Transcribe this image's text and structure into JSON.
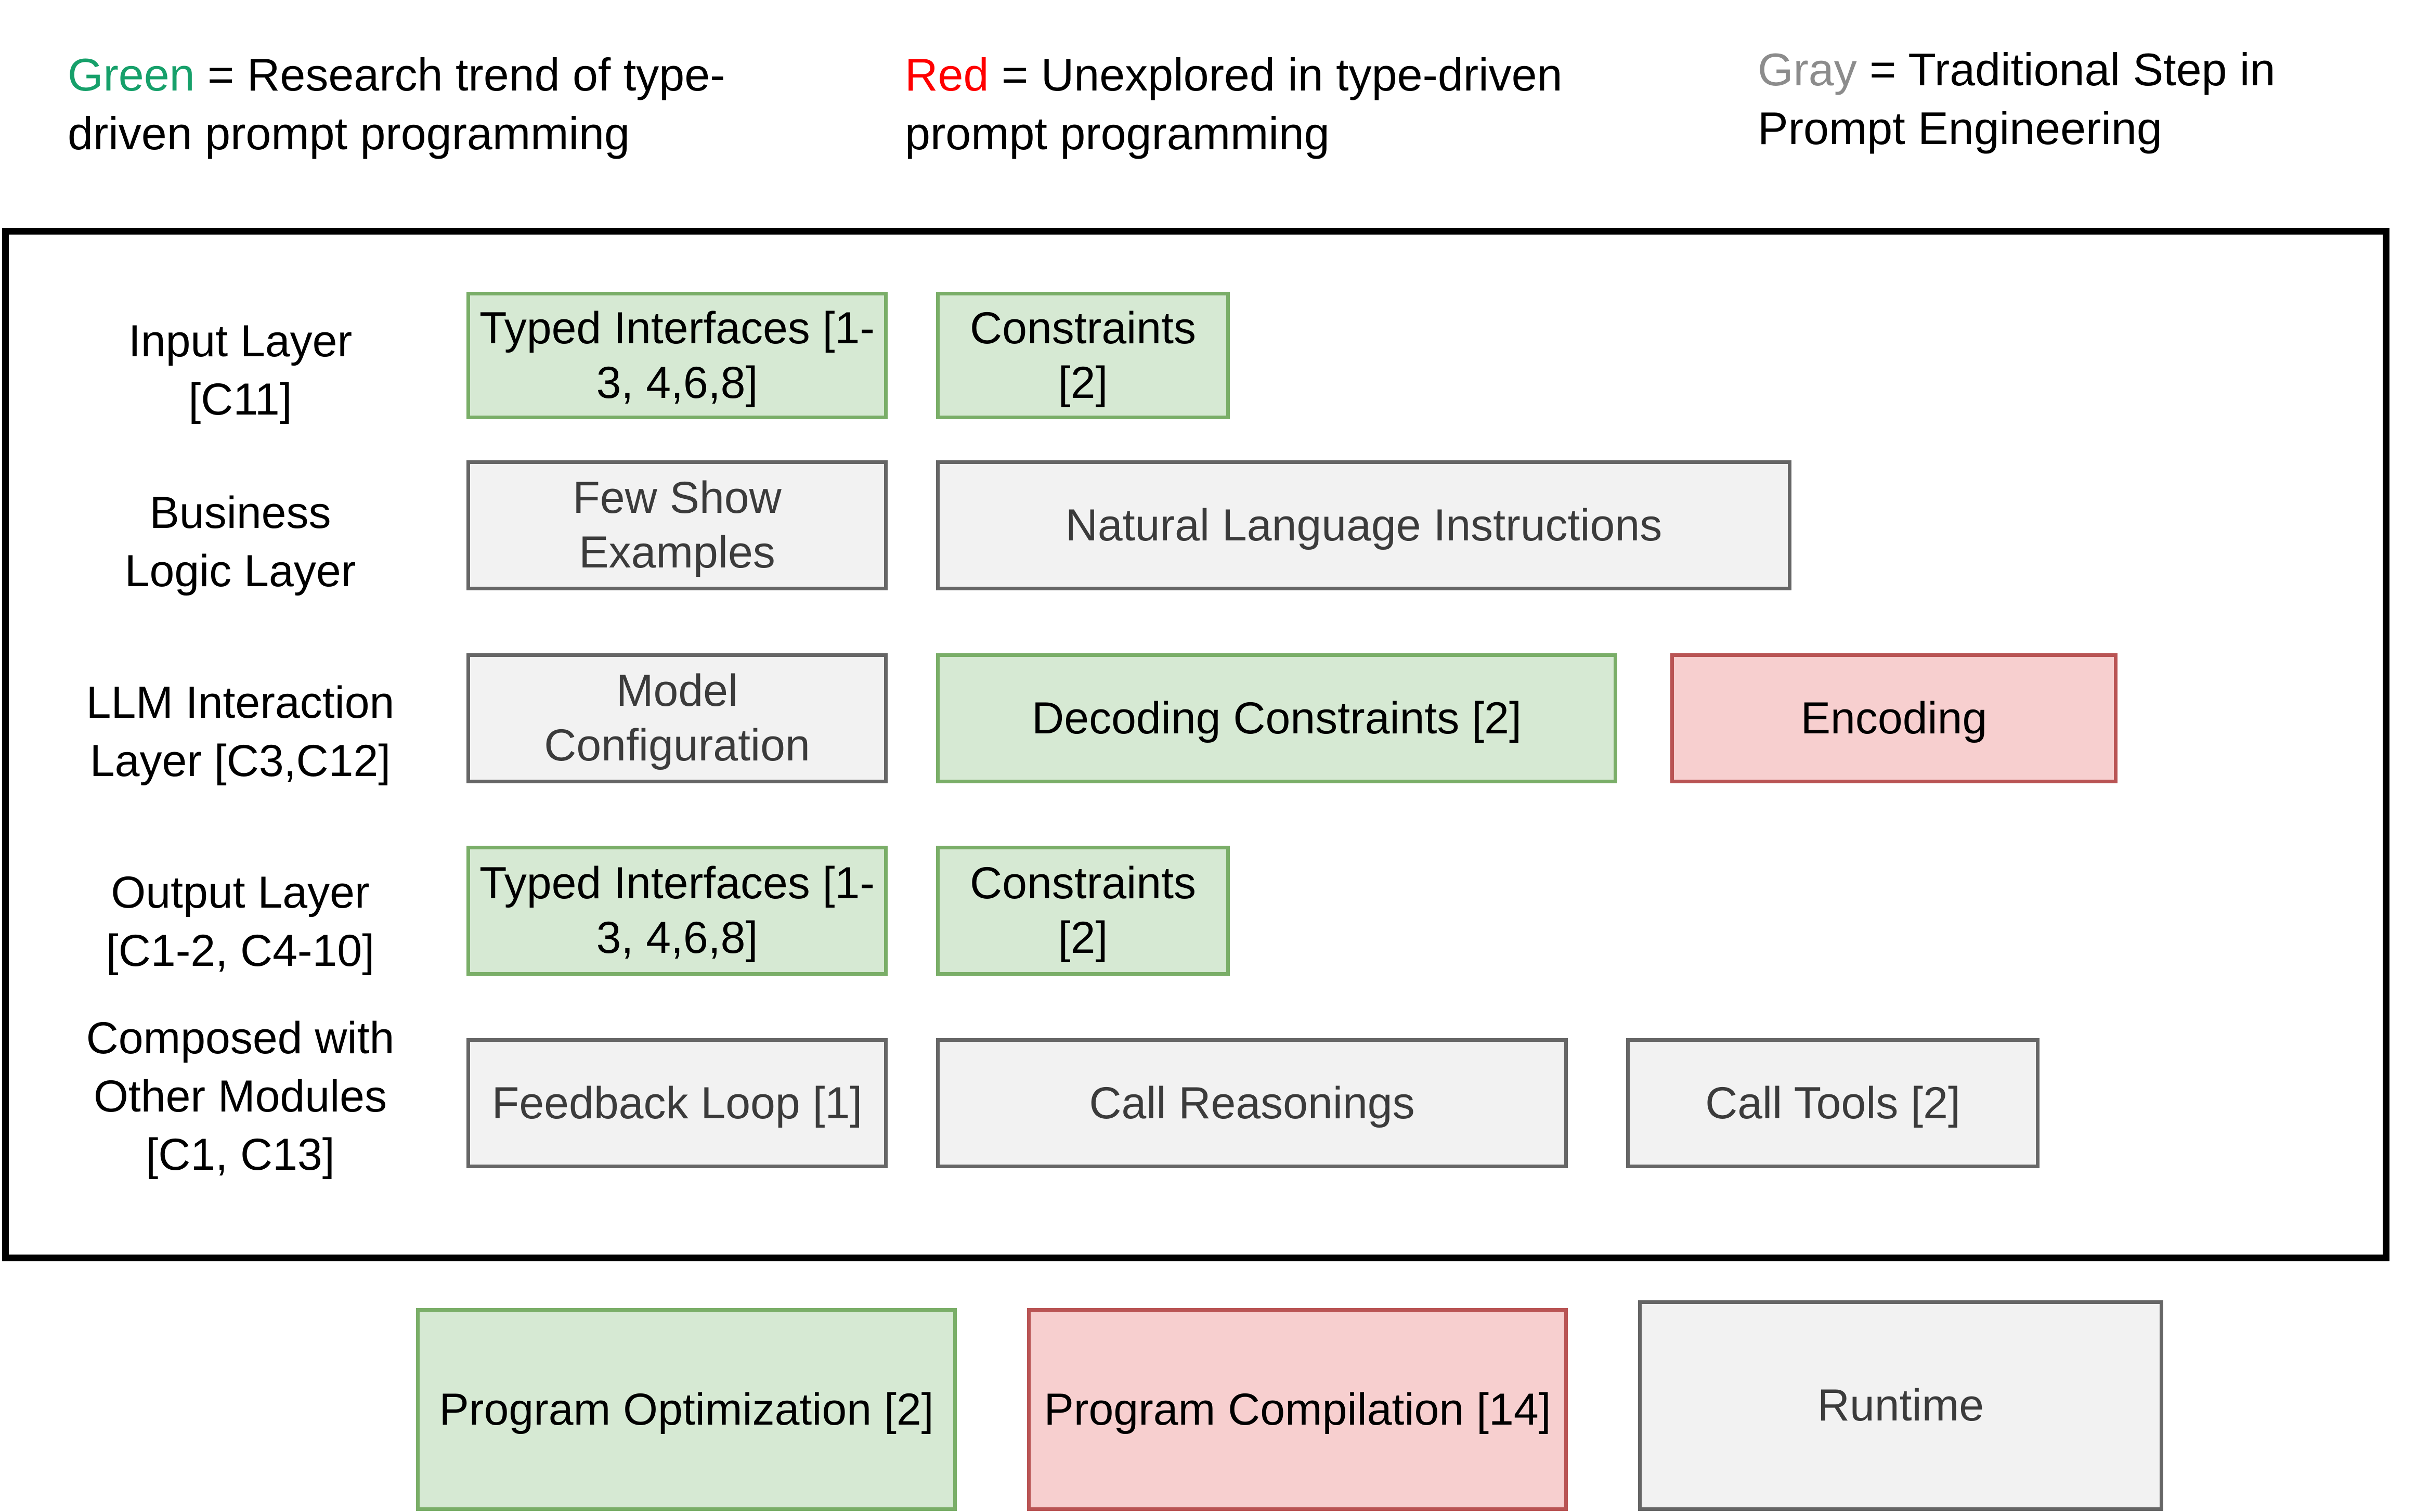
{
  "legend": {
    "items": [
      {
        "key": "Green",
        "key_color": "#16a06a",
        "separator": " = ",
        "text": "Research trend of type-driven prompt programming"
      },
      {
        "key": "Red",
        "key_color": "#ff0000",
        "separator": " = ",
        "text": "Unexplored in type-driven prompt programming"
      },
      {
        "key": "Gray",
        "key_color": "#8c8c8c",
        "separator": " = ",
        "text": "Traditional Step in Prompt Engineering"
      }
    ]
  },
  "colors": {
    "green_fill": "#d6e9d3",
    "green_border": "#7aae68",
    "gray_fill": "#f2f2f2",
    "gray_border": "#666666",
    "red_fill": "#f7cfcf",
    "red_border": "#b95454",
    "panel_border": "#000000"
  },
  "panel": {
    "rows": [
      {
        "label": "Input Layer\n[C11]",
        "cells": [
          {
            "text": "Typed Interfaces [1-3, 4,6,8]",
            "style": "green"
          },
          {
            "text": "Constraints [2]",
            "style": "green"
          }
        ]
      },
      {
        "label": "Business\nLogic Layer",
        "cells": [
          {
            "text": "Few Show Examples",
            "style": "gray"
          },
          {
            "text": "Natural Language Instructions",
            "style": "gray"
          }
        ]
      },
      {
        "label": "LLM Interaction\nLayer [C3,C12]",
        "cells": [
          {
            "text": "Model Configuration",
            "style": "gray"
          },
          {
            "text": "Decoding Constraints [2]",
            "style": "green"
          },
          {
            "text": "Encoding",
            "style": "red"
          }
        ]
      },
      {
        "label": "Output Layer\n[C1-2, C4-10]",
        "cells": [
          {
            "text": "Typed Interfaces [1-3, 4,6,8]",
            "style": "green"
          },
          {
            "text": "Constraints [2]",
            "style": "green"
          }
        ]
      },
      {
        "label": "Composed with\nOther Modules\n[C1, C13]",
        "cells": [
          {
            "text": "Feedback Loop [1]",
            "style": "gray"
          },
          {
            "text": "Call Reasonings",
            "style": "gray"
          },
          {
            "text": "Call Tools [2]",
            "style": "gray"
          }
        ]
      }
    ]
  },
  "bottom": {
    "cells": [
      {
        "text": "Program Optimization [2]",
        "style": "green"
      },
      {
        "text": "Program Compilation [14]",
        "style": "red"
      },
      {
        "text": "Runtime",
        "style": "gray"
      }
    ]
  }
}
